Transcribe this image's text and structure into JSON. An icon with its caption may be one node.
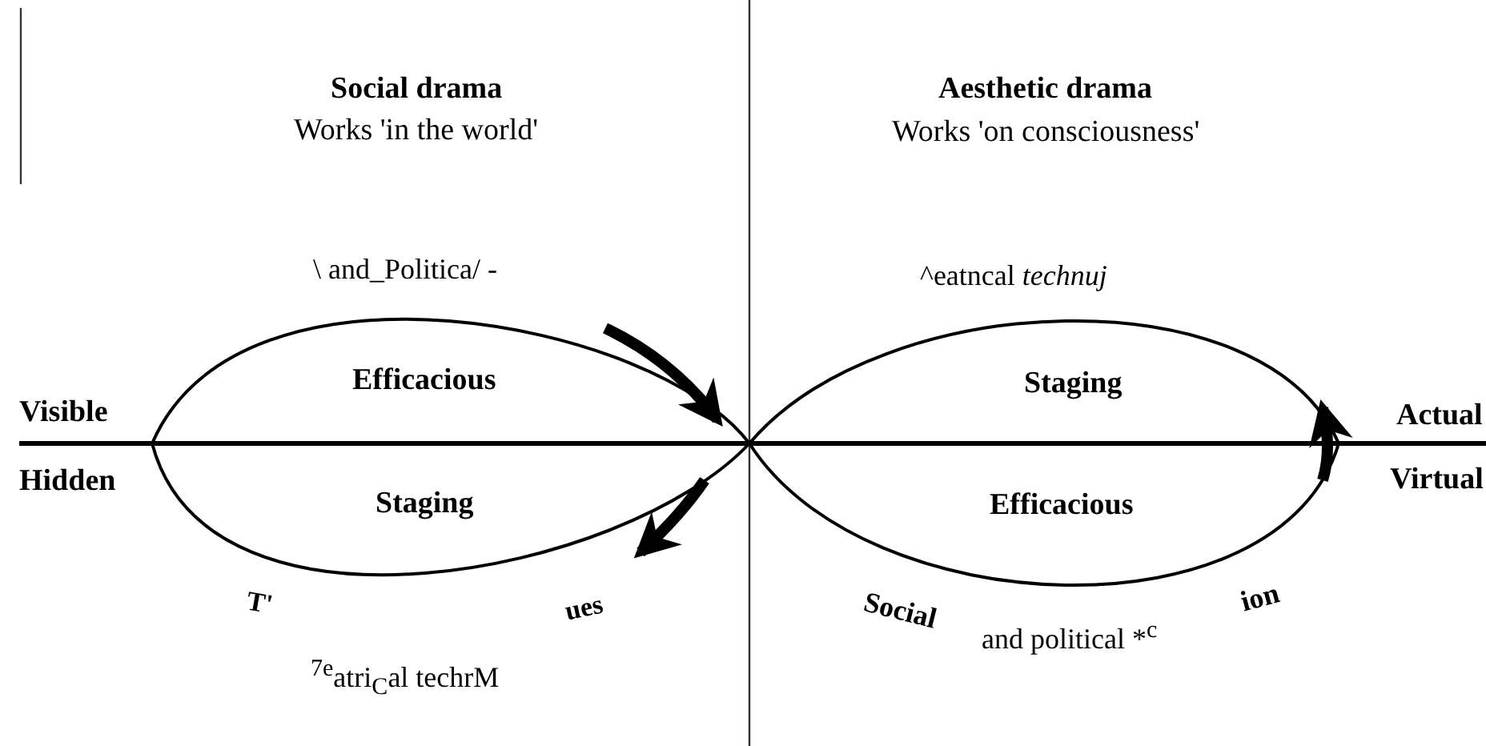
{
  "diagram": {
    "labels": [
      "Social drama",
      "Works 'in the world'",
      "Aesthetic drama",
      "Works 'on consciousness'",
      "\\ and_Politica/ -",
      "^eatncal *technuj*",
      "Efficacious",
      "Staging",
      "Visible",
      "Hidden",
      "Staging",
      "Efficacious",
      "Actual",
      "Virtual",
      "T'",
      "ues",
      "$^{7e}$atri$_{C}$al techrM",
      "Social",
      "and political *$^{c}$",
      "ion"
    ]
  }
}
